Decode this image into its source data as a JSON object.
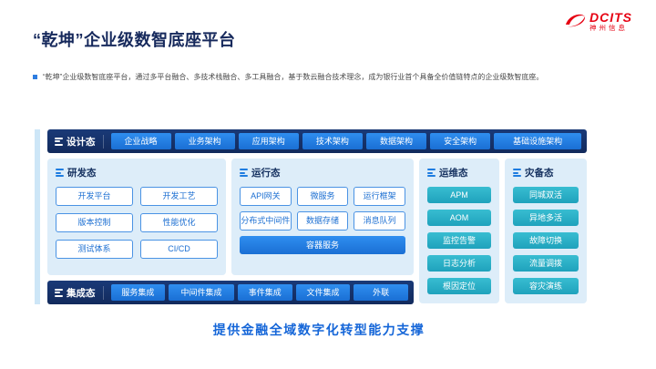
{
  "slide": {
    "title": "“乾坤”企业级数智底座平台",
    "subtitle": "“乾坤”企业级数智底座平台，通过多平台融合、多技术栈融合、多工具融合，基于数云融合技术理念，成为银行业首个具备全价值链特点的企业级数智底座。",
    "footer": "提供金融全域数字化转型能力支撑"
  },
  "logo": {
    "brand": "DCITS",
    "company": "神州信息"
  },
  "design_row": {
    "label": "设计态",
    "items": [
      "企业战略",
      "业务架构",
      "应用架构",
      "技术架构",
      "数据架构",
      "安全架构",
      "基础设施架构"
    ]
  },
  "dev_panel": {
    "label": "研发态",
    "items": [
      "开发平台",
      "开发工艺",
      "版本控制",
      "性能优化",
      "测试体系",
      "CI/CD"
    ]
  },
  "runtime_panel": {
    "label": "运行态",
    "items": [
      "API网关",
      "微服务",
      "运行框架",
      "分布式中间件",
      "数据存储",
      "消息队列",
      "容器服务"
    ]
  },
  "ops_panel": {
    "label": "运维态",
    "items": [
      "APM",
      "AOM",
      "监控告警",
      "日志分析",
      "根因定位"
    ]
  },
  "dr_panel": {
    "label": "灾备态",
    "items": [
      "同城双活",
      "异地多活",
      "故障切换",
      "流量调拨",
      "容灾演练"
    ]
  },
  "integration_row": {
    "label": "集成态",
    "items": [
      "服务集成",
      "中间件集成",
      "事件集成",
      "文件集成",
      "外联"
    ]
  }
}
